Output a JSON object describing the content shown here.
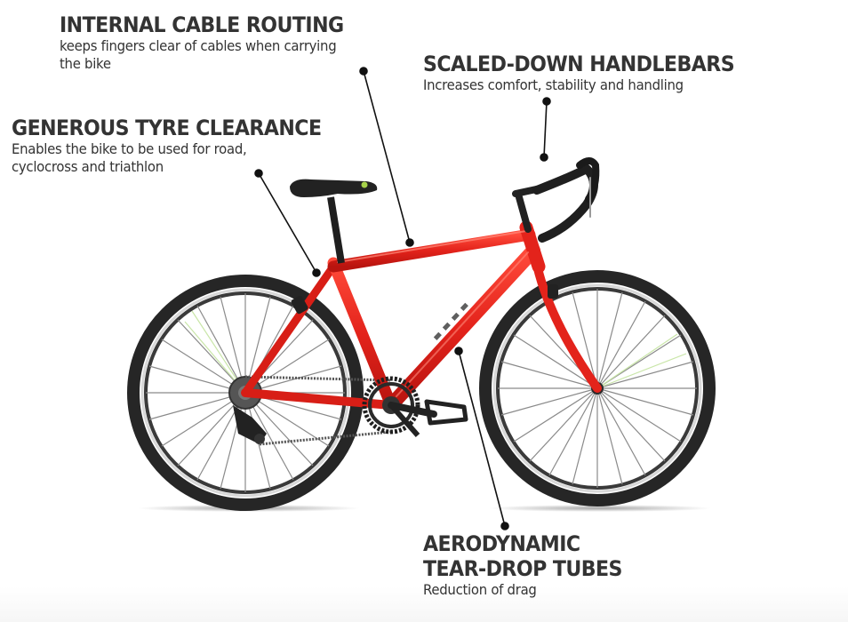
{
  "callouts": [
    {
      "id": "internal-cable-routing",
      "title": "INTERNAL CABLE ROUTING",
      "description_lines": [
        "keeps fingers clear of cables when carrying",
        "the bike"
      ]
    },
    {
      "id": "scaled-down-handlebars",
      "title": "SCALED-DOWN HANDLEBARS",
      "description_lines": [
        "Increases comfort, stability and handling"
      ]
    },
    {
      "id": "generous-tyre-clearance",
      "title": "GENEROUS TYRE CLEARANCE",
      "description_lines": [
        "Enables the bike to be used for road,",
        "cyclocross and triathlon"
      ]
    },
    {
      "id": "aerodynamic-tear-drop-tubes",
      "title_lines": [
        "AERODYNAMIC",
        "TEAR-DROP TUBES"
      ],
      "description_lines": [
        "Reduction of drag"
      ]
    }
  ],
  "image": {
    "subject": "red children's road bike, side view",
    "colors": {
      "frame": "#e3231b",
      "frame_highlight": "#ff5a4a",
      "tyre": "#262626",
      "spoke": "#8a8a8a",
      "text": "#333333",
      "leader_line": "#111111"
    }
  }
}
